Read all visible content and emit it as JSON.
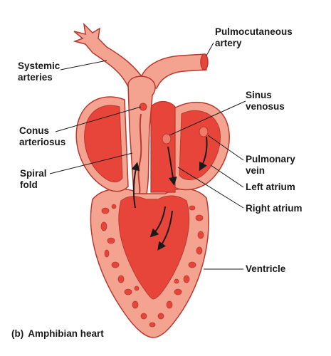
{
  "figure": {
    "caption_tag": "(b)",
    "caption_text": "Amphibian heart"
  },
  "labels": {
    "pulmocutaneous_artery": [
      "Pulmocutaneous",
      "artery"
    ],
    "systemic_arteries": [
      "Systemic",
      "arteries"
    ],
    "sinus_venosus": [
      "Sinus",
      "venosus"
    ],
    "conus_arteriosus": [
      "Conus",
      "arteriosus"
    ],
    "pulmonary_vein": [
      "Pulmonary",
      "vein"
    ],
    "spiral_fold": [
      "Spiral",
      "fold"
    ],
    "left_atrium": "Left atrium",
    "right_atrium": "Right atrium",
    "ventricle": "Ventricle"
  },
  "colors": {
    "tissue_light": "#f4a390",
    "tissue_mid": "#ef7a68",
    "chamber": "#e8453a",
    "outline": "#b8382f",
    "arrow": "#1a1a1a"
  }
}
